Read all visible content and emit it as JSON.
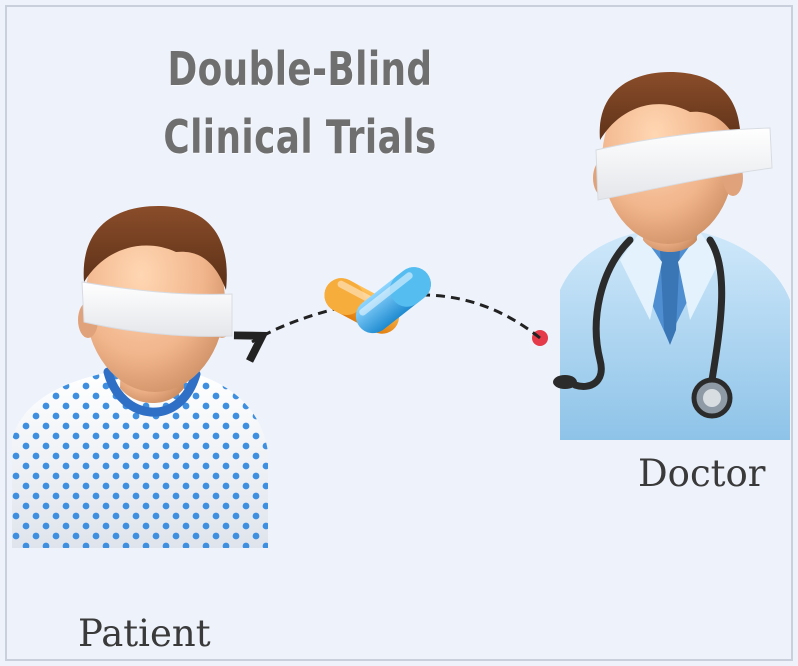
{
  "title": {
    "line1": "Double-Blind",
    "line2": "Clinical Trials"
  },
  "labels": {
    "doctor": "Doctor",
    "patient": "Patient"
  },
  "colors": {
    "background": "#eef3fb",
    "border": "#c9d0db",
    "title_text": "#6f6f6f",
    "label_text": "#3a3a3a",
    "skin": "#f1b58c",
    "hair": "#6b3a1f",
    "blindfold": "#ffffff",
    "doctor_coat": "#a7d2ef",
    "doctor_shirt": "#4f8fd1",
    "stethoscope": "#2b2b2b",
    "gown": "#f2f4f8",
    "gown_dots": "#3f8fe0",
    "gown_collar": "#2f6fc6",
    "pill_orange": "#f39a1e",
    "pill_blue": "#35a8e6",
    "arrow_line": "#222222",
    "arrow_start_dot": "#e53a4a"
  },
  "icons": {
    "doctor": "blindfolded-doctor-figure",
    "patient": "blindfolded-patient-figure",
    "pills": "capsule-pair-icon",
    "arrow": "dashed-curved-arrow"
  }
}
